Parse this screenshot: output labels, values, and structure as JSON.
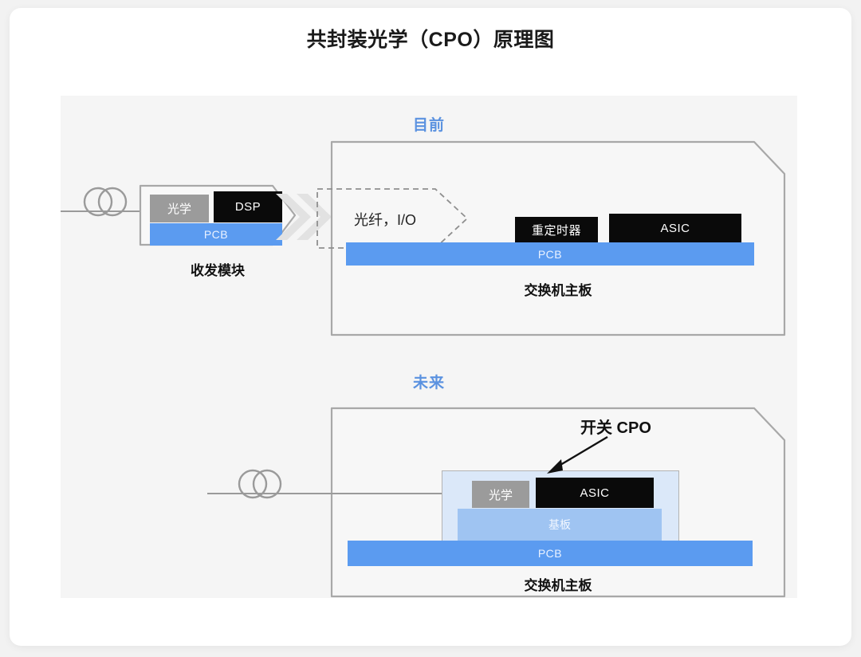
{
  "page": {
    "title": "共封装光学（CPO）原理图",
    "background": "#f2f2f2",
    "card_background": "#ffffff",
    "panel_background": "#f5f5f5"
  },
  "colors": {
    "accent_blue": "#5b92e0",
    "pcb_blue": "#5b9bf0",
    "substrate_blue": "#9fc4f2",
    "package_fill": "#dbe8f9",
    "chip_black": "#0a0a0a",
    "optics_grey": "#9b9b9b",
    "outline_grey": "#9a9a9a",
    "fiber_grey": "#9a9a9a"
  },
  "sections": {
    "current": {
      "heading": "目前",
      "transceiver": {
        "optics_label": "光学",
        "dsp_label": "DSP",
        "pcb_label": "PCB",
        "module_label": "收发模块"
      },
      "connector": {
        "chevron_name": "double-chevron-arrow",
        "io_label": "光纤，I/O"
      },
      "switch_board": {
        "retimer_label": "重定时器",
        "asic_label": "ASIC",
        "pcb_label": "PCB",
        "board_label": "交换机主板"
      }
    },
    "future": {
      "heading": "未来",
      "callout_label": "开关 CPO",
      "switch_board": {
        "optics_label": "光学",
        "asic_label": "ASIC",
        "substrate_label": "基板",
        "pcb_label": "PCB",
        "board_label": "交换机主板"
      }
    }
  },
  "icons": {
    "fiber_coil": "fiber-coil-icon",
    "chevron": "double-chevron-icon",
    "callout_arrow": "callout-arrow-icon"
  }
}
